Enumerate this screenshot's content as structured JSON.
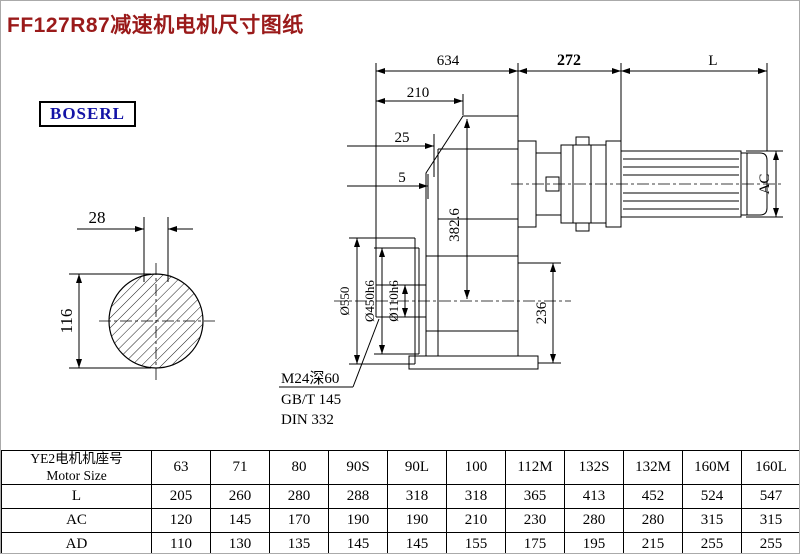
{
  "page": {
    "title": "FF127R87减速机电机尺寸图纸",
    "logo": "BOSERL"
  },
  "colors": {
    "title_red": "#9a1a1a",
    "logo_blue": "#1313a6",
    "line_black": "#000000"
  },
  "drawing": {
    "dim_634": "634",
    "dim_272": "272",
    "dim_L": "L",
    "dim_210": "210",
    "dim_25": "25",
    "dim_5": "5",
    "dim_28": "28",
    "dim_116": "116",
    "dia_550": "Ø550",
    "dia_450": "Ø450h6",
    "dia_110": "Ø110h6",
    "dim_382_6": "382.6",
    "dim_236": "236",
    "dim_AC": "AC",
    "note_m24": "M24深60",
    "note_gbt": "GB/T 145",
    "note_din": "DIN 332"
  },
  "table": {
    "col_header_label_cn": "YE2电机机座号",
    "col_header_label_en": "Motor Size",
    "columns": [
      "63",
      "71",
      "80",
      "90S",
      "90L",
      "100",
      "112M",
      "132S",
      "132M",
      "160M",
      "160L"
    ],
    "rows": [
      {
        "label": "L",
        "values": [
          "205",
          "260",
          "280",
          "288",
          "318",
          "318",
          "365",
          "413",
          "452",
          "524",
          "547"
        ]
      },
      {
        "label": "AC",
        "values": [
          "120",
          "145",
          "170",
          "190",
          "190",
          "210",
          "230",
          "280",
          "280",
          "315",
          "315"
        ]
      },
      {
        "label": "AD",
        "values": [
          "110",
          "130",
          "135",
          "145",
          "145",
          "155",
          "175",
          "195",
          "215",
          "255",
          "255"
        ]
      }
    ]
  }
}
